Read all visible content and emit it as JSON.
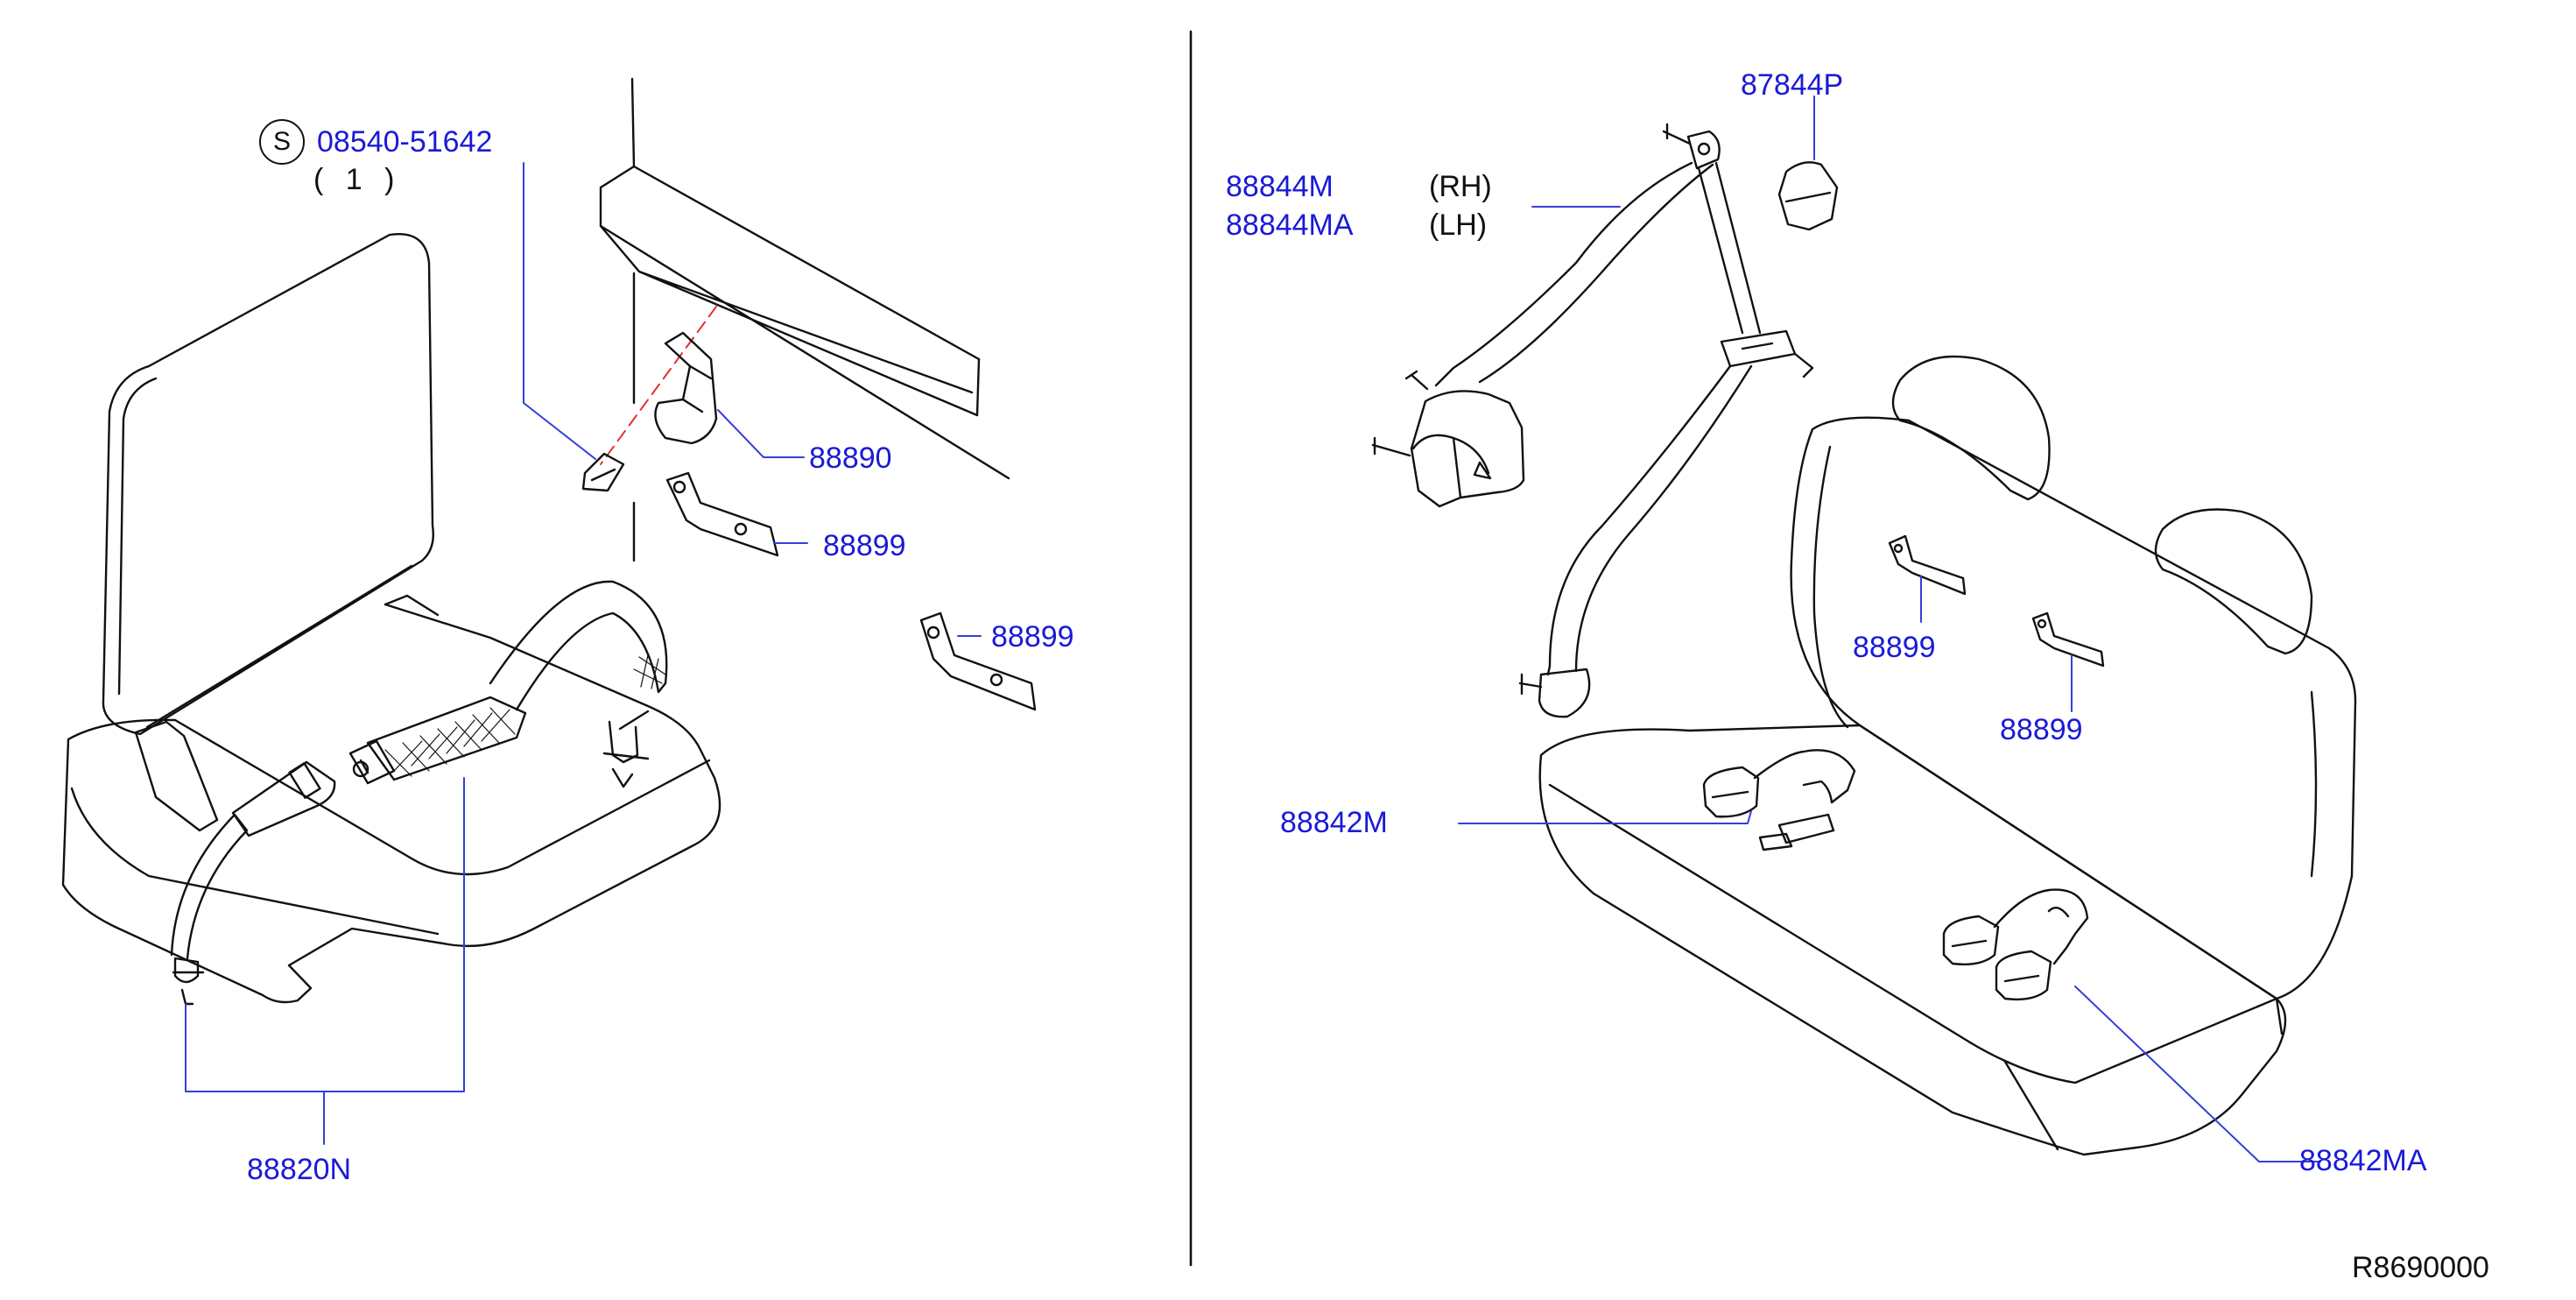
{
  "diagram": {
    "reference_code": "R8690000",
    "colors": {
      "part_number": "#1a1ad6",
      "line_art": "#111111",
      "leader": "#3340d8",
      "center_line": "#e23030"
    },
    "left_panel": {
      "screw_symbol": "S",
      "screw_part": "08540-51642",
      "screw_qty": "( 1 )",
      "parts": {
        "anchor_cover": "88890",
        "bracket_upper": "88899",
        "bracket_side": "88899",
        "lap_belt": "88820N"
      }
    },
    "right_panel": {
      "retractor_rh": "88844M",
      "retractor_lh": "88844MA",
      "side_rh": "(RH)",
      "side_lh": "(LH)",
      "cover": "87844P",
      "bracket_left": "88899",
      "bracket_right": "88899",
      "buckle_center": "88842M",
      "buckle_pair": "88842MA"
    }
  }
}
